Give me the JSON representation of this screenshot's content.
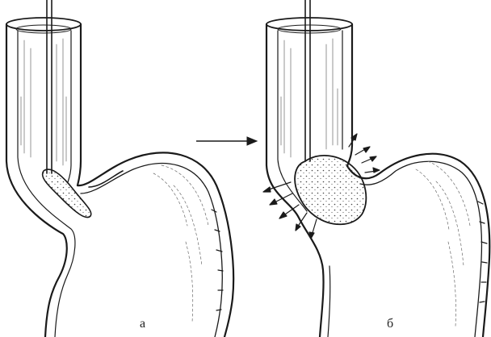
{
  "figure": {
    "panels": [
      {
        "id": "a",
        "label": "а"
      },
      {
        "id": "b",
        "label": "б"
      }
    ],
    "colors": {
      "ink": "#1a1a1a",
      "paper": "#ffffff",
      "shade": "#6a6a6a"
    }
  }
}
